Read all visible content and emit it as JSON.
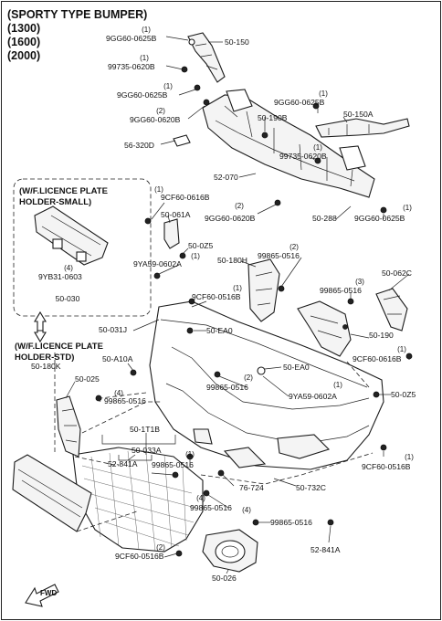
{
  "header": {
    "title": "(SPORTY TYPE BUMPER)",
    "variants": [
      "(1300)",
      "(1600)",
      "(2000)"
    ]
  },
  "inset_small": {
    "title_line1": "(W/F.LICENCE PLATE",
    "title_line2": "HOLDER-SMALL)",
    "part_a": "9YB31-0603",
    "part_a_qty": "(4)",
    "part_b": "50-030"
  },
  "inset_std": {
    "title_line1": "(W/F.LICENCE PLATE",
    "title_line2": "HOLDER-STD)",
    "part": "50-180K"
  },
  "callouts": [
    {
      "id": "c1",
      "qty": "(1)",
      "code": "9GG60-0625B"
    },
    {
      "id": "c2",
      "qty": "",
      "code": "50-150"
    },
    {
      "id": "c3",
      "qty": "(1)",
      "code": "99735-0620B"
    },
    {
      "id": "c4",
      "qty": "(1)",
      "code": "9GG60-0625B"
    },
    {
      "id": "c5",
      "qty": "(1)",
      "code": "9GG60-0625B"
    },
    {
      "id": "c6",
      "qty": "(2)",
      "code": "9GG60-0620B"
    },
    {
      "id": "c7",
      "qty": "",
      "code": "50-190B"
    },
    {
      "id": "c8",
      "qty": "",
      "code": "50-150A"
    },
    {
      "id": "c9",
      "qty": "",
      "code": "56-320D"
    },
    {
      "id": "c10",
      "qty": "(1)",
      "code": "99735-0620B"
    },
    {
      "id": "c11",
      "qty": "",
      "code": "52-070"
    },
    {
      "id": "c12",
      "qty": "(1)",
      "code": "9CF60-0616B"
    },
    {
      "id": "c13",
      "qty": "",
      "code": "50-061A"
    },
    {
      "id": "c14",
      "qty": "(2)",
      "code": "9GG60-0620B"
    },
    {
      "id": "c15",
      "qty": "",
      "code": "50-288"
    },
    {
      "id": "c16",
      "qty": "(1)",
      "code": "9GG60-0625B"
    },
    {
      "id": "c17",
      "qty": "",
      "code": "50-0Z5"
    },
    {
      "id": "c18",
      "qty": "(1)",
      "code": "9YA59-0602A"
    },
    {
      "id": "c19",
      "qty": "",
      "code": "50-180H"
    },
    {
      "id": "c20",
      "qty": "(2)",
      "code": "99865-0516"
    },
    {
      "id": "c21",
      "qty": "",
      "code": "50-062C"
    },
    {
      "id": "c22",
      "qty": "(3)",
      "code": "99865-0516"
    },
    {
      "id": "c23",
      "qty": "(1)",
      "code": "9CF60-0516B"
    },
    {
      "id": "c24",
      "qty": "",
      "code": "50-EA0"
    },
    {
      "id": "c25",
      "qty": "",
      "code": "50-031J"
    },
    {
      "id": "c26",
      "qty": "",
      "code": "50-190"
    },
    {
      "id": "c27",
      "qty": "(1)",
      "code": "9CF60-0616B"
    },
    {
      "id": "c28",
      "qty": "",
      "code": "50-A10A"
    },
    {
      "id": "c29",
      "qty": "",
      "code": "50-EA0"
    },
    {
      "id": "c30",
      "qty": "",
      "code": "50-025"
    },
    {
      "id": "c31",
      "qty": "(4)",
      "code": "99865-0516"
    },
    {
      "id": "c32",
      "qty": "(2)",
      "code": "99865-0516"
    },
    {
      "id": "c33",
      "qty": "(1)",
      "code": "9YA59-0602A"
    },
    {
      "id": "c34",
      "qty": "",
      "code": "50-0Z5"
    },
    {
      "id": "c35",
      "qty": "",
      "code": "50-1T1B"
    },
    {
      "id": "c36",
      "qty": "",
      "code": "50-033A"
    },
    {
      "id": "c37",
      "qty": "",
      "code": "52-841A"
    },
    {
      "id": "c38",
      "qty": "(1)",
      "code": "99865-0516"
    },
    {
      "id": "c39",
      "qty": "",
      "code": "76-724"
    },
    {
      "id": "c40",
      "qty": "",
      "code": "50-732C"
    },
    {
      "id": "c41",
      "qty": "(1)",
      "code": "9CF60-0516B"
    },
    {
      "id": "c42",
      "qty": "(4)",
      "code": "99865-0516"
    },
    {
      "id": "c43",
      "qty": "(4)",
      "code": "99865-0516"
    },
    {
      "id": "c44",
      "qty": "(2)",
      "code": "9CF60-0516B"
    },
    {
      "id": "c45",
      "qty": "",
      "code": "52-841A"
    },
    {
      "id": "c46",
      "qty": "",
      "code": "50-026"
    }
  ],
  "direction_arrow": "FWD"
}
